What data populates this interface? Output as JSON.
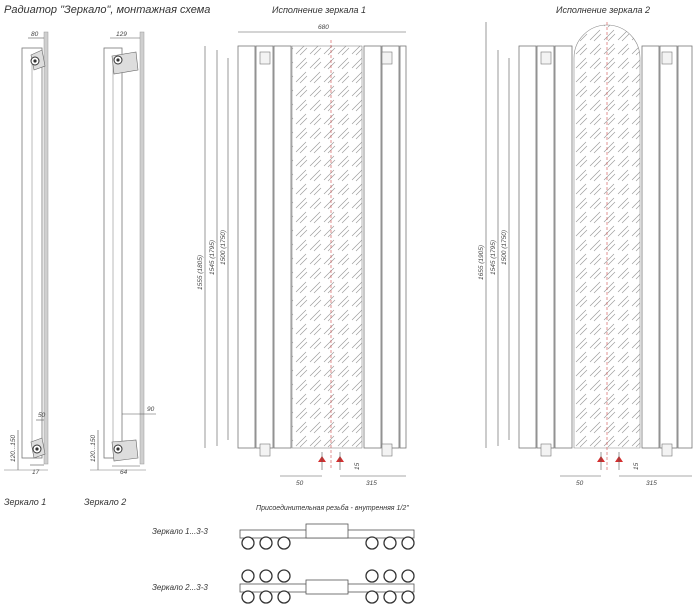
{
  "title": "Радиатор \"Зеркало\", монтажная схема",
  "views": {
    "side1": {
      "label": "Зеркало 1",
      "dims": {
        "depth": "80",
        "wall": "50",
        "height_range": "120...150",
        "offset": "17"
      }
    },
    "side2": {
      "label": "Зеркало 2",
      "dims": {
        "depth": "129",
        "wall": "90",
        "height_range": "120...150",
        "offset": "64"
      }
    },
    "front1": {
      "title": "Исполнение зеркала 1",
      "dims": {
        "width": "680",
        "h1": "1555 (1805)",
        "h2": "1545 (1795)",
        "h3": "1500 (1750)",
        "left": "50",
        "right": "315",
        "bottom": "15"
      }
    },
    "front2": {
      "title": "Исполнение зеркала 2",
      "dims": {
        "h1": "1655 (1905)",
        "h2": "1545 (1795)",
        "h3": "1500 (1750)",
        "left": "50",
        "right": "315",
        "bottom": "15"
      }
    }
  },
  "connection": {
    "note": "Присоединительная резьба - внутренняя 1/2\"",
    "sections": [
      {
        "label": "Зеркало 1...3-3"
      },
      {
        "label": "Зеркало 2...3-3"
      }
    ]
  }
}
